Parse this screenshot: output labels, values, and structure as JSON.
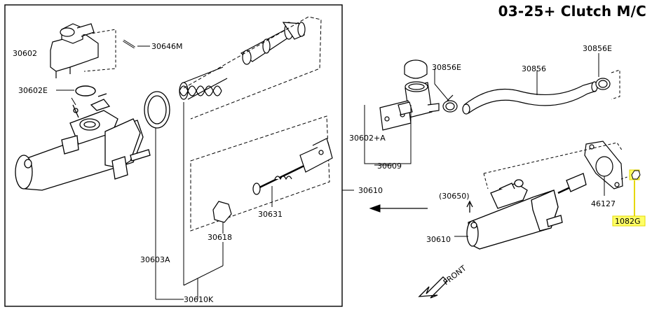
{
  "title": "03-25+ Clutch M/C",
  "labels": {
    "p30602": "30602",
    "p30646M": "30646M",
    "p30602E": "30602E",
    "p30603A": "30603A",
    "p30618": "30618",
    "p30631": "30631",
    "p30610K": "30610K",
    "p30610_out": "30610",
    "p30856E_1": "30856E",
    "p30856": "30856",
    "p30856E_2": "30856E",
    "p30602A": "30602+A",
    "p30609": "30609",
    "p30650": "(30650)",
    "p30610_b": "30610",
    "p46127": "46127",
    "p1082G": "1082G",
    "front": "FRONT"
  },
  "colors": {
    "line": "#000000",
    "highlight": "#ffff66",
    "highlight_line": "#e6d800"
  }
}
